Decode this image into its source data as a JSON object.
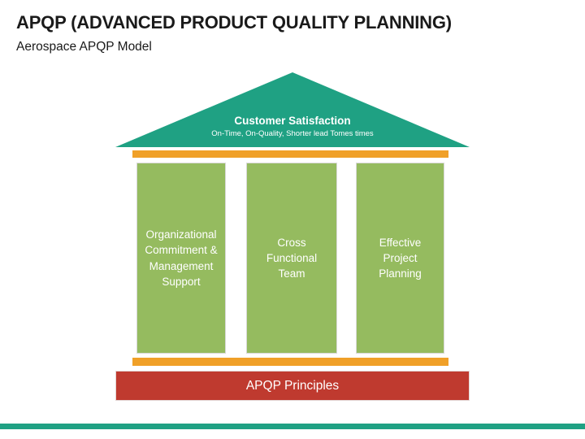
{
  "header": {
    "title": "APQP (ADVANCED PRODUCT QUALITY PLANNING)",
    "subtitle": "Aerospace APQP Model"
  },
  "diagram": {
    "roof": {
      "label": "Customer Satisfaction",
      "sublabel": "On-Time, On-Quality, Shorter lead Tomes times"
    },
    "pillars": [
      {
        "label": "Organizational\nCommitment &\nManagement\nSupport"
      },
      {
        "label": "Cross\nFunctional\nTeam"
      },
      {
        "label": "Effective\nProject\nPlanning"
      }
    ],
    "foundation": {
      "label": "APQP Principles"
    }
  },
  "colors": {
    "roof_teal": "#1FA183",
    "beam_orange": "#F0A028",
    "pillar_green": "#95BB5F",
    "foundation_red": "#BF3A2F",
    "accent_teal": "#1FA183",
    "text_dark": "#1A1A1A",
    "text_light": "#FFFFFF"
  }
}
